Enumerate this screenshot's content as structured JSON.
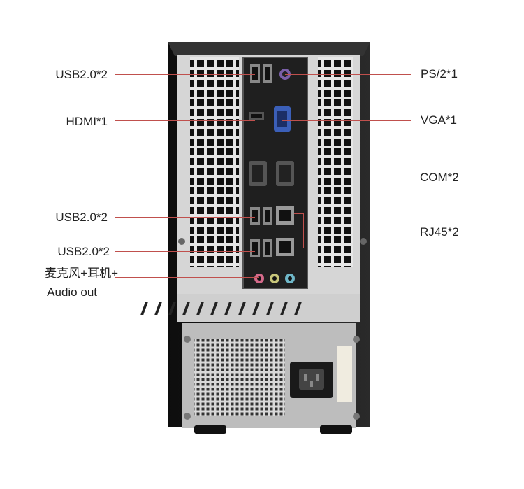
{
  "labels": {
    "usb_top": "USB2.0*2",
    "hdmi": "HDMI*1",
    "usb_mid": "USB2.0*2",
    "usb_low": "USB2.0*2",
    "audio_line1": "麦克风+耳机+",
    "audio_line2": "Audio out",
    "ps2": "PS/2*1",
    "vga": "VGA*1",
    "com": "COM*2",
    "rj45": "RJ45*2"
  },
  "colors": {
    "leader_line": "#c0504d",
    "chassis": "#1c1c1c",
    "panel": "#d9d9d9",
    "io_shield": "#222222"
  }
}
